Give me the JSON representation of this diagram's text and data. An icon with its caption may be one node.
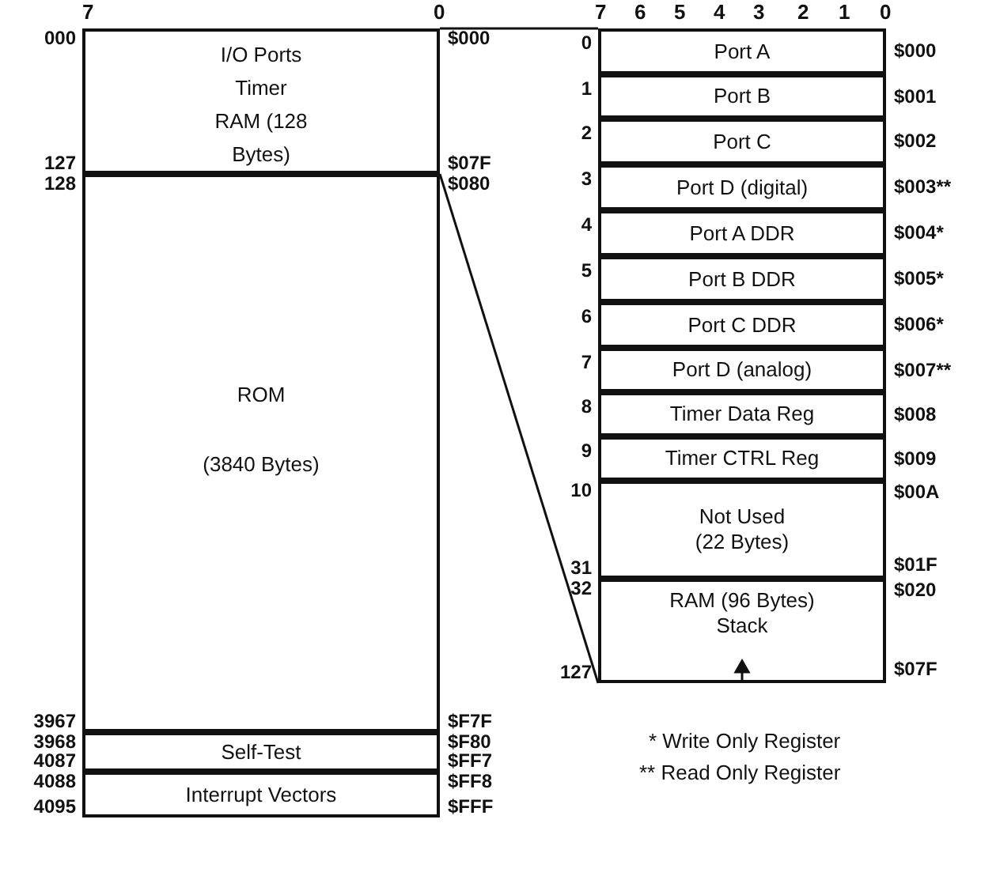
{
  "diagram": {
    "nodes": [
      {
        "text": [
          "I/O Ports",
          "Timer",
          "RAM (128 Bytes)"
        ],
        "beside": [
          "000",
          "127",
          "$000",
          "$07F"
        ]
      },
      {
        "text": [
          "ROM",
          "(3840 Bytes)"
        ],
        "beside": [
          "128",
          "3967",
          "$080",
          "$F7F"
        ]
      },
      {
        "text": [
          "Self-Test"
        ],
        "beside": [
          "3968",
          "4087",
          "$F80",
          "$FF7"
        ]
      },
      {
        "text": [
          "Interrupt Vectors"
        ],
        "beside": [
          "4088",
          "4095",
          "$FF8",
          "$FFF"
        ]
      },
      {
        "text": [
          "Port A"
        ],
        "beside": [
          "0",
          "$000"
        ]
      },
      {
        "text": [
          "Port B"
        ],
        "beside": [
          "1",
          "$001"
        ]
      },
      {
        "text": [
          "Port C"
        ],
        "beside": [
          "2",
          "$002"
        ]
      },
      {
        "text": [
          "Port D (digital)"
        ],
        "beside": [
          "3",
          "$003**"
        ]
      },
      {
        "text": [
          "Port A DDR"
        ],
        "beside": [
          "4",
          "$004*"
        ]
      },
      {
        "text": [
          "Port B DDR"
        ],
        "beside": [
          "5",
          "$005*"
        ]
      },
      {
        "text": [
          "Port C DDR"
        ],
        "beside": [
          "6",
          "$006*"
        ]
      },
      {
        "text": [
          "Port D (analog)"
        ],
        "beside": [
          "7",
          "$007**"
        ]
      },
      {
        "text": [
          "Timer Data Reg"
        ],
        "beside": [
          "8",
          "$008"
        ]
      },
      {
        "text": [
          "Timer CTRL Reg"
        ],
        "beside": [
          "9",
          "$009"
        ]
      },
      {
        "text": [
          "Not Used (22 Bytes)"
        ],
        "beside": [
          "10",
          "31",
          "$00A",
          "$01F"
        ]
      },
      {
        "text": [
          "RAM (96 Bytes)",
          "Stack"
        ],
        "beside": [
          "32",
          "127",
          "$020",
          "$07F"
        ]
      }
    ],
    "edges": [
      {
        "from": 0,
        "to": 4,
        "arrow": "none"
      },
      {
        "from": 0,
        "to": 15,
        "arrow": "none"
      }
    ],
    "labels": [
      "7",
      "0",
      "7",
      "6",
      "5",
      "4",
      "3",
      "2",
      "1",
      "0",
      "* Write Only Register",
      "** Read Only Register"
    ]
  }
}
